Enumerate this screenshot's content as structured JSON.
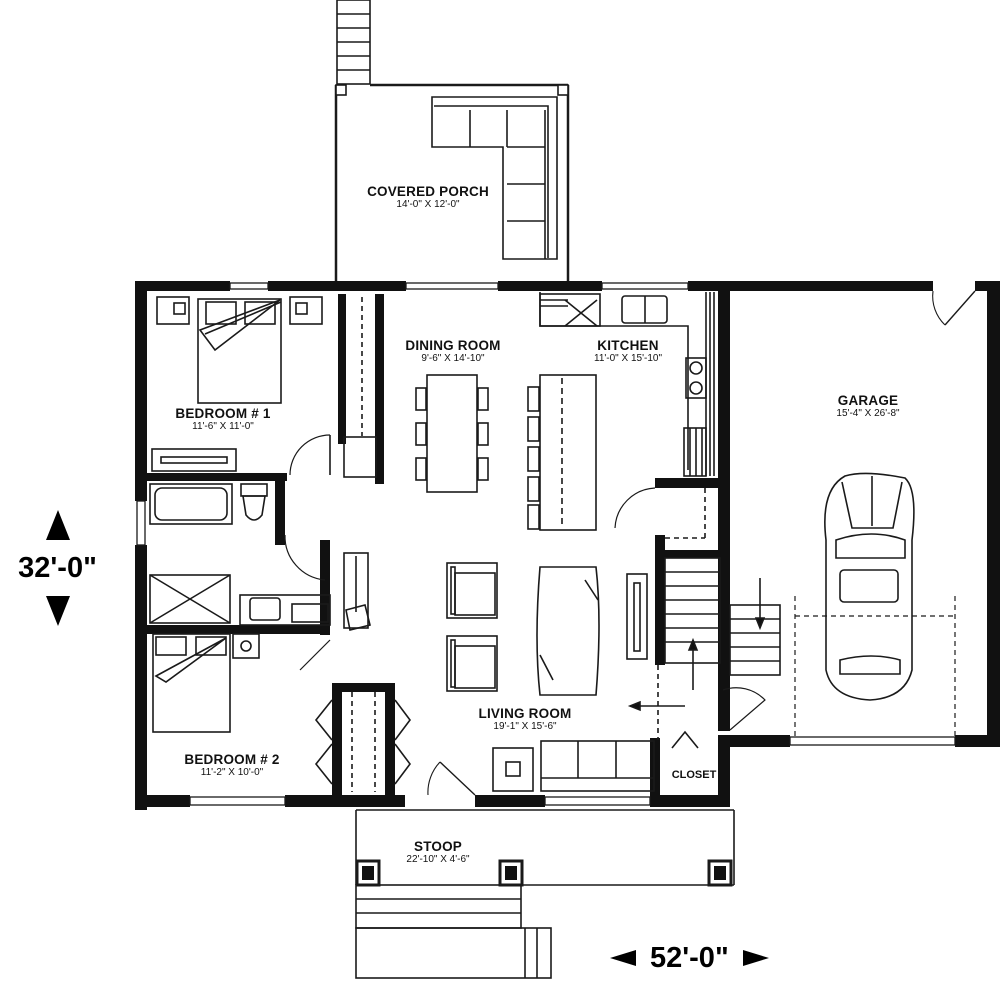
{
  "plan": {
    "rooms": {
      "covered_porch": {
        "name": "COVERED PORCH",
        "dims": "14'-0\" X 12'-0\""
      },
      "dining_room": {
        "name": "DINING ROOM",
        "dims": "9'-6\" X 14'-10\""
      },
      "kitchen": {
        "name": "KITCHEN",
        "dims": "11'-0\" X 15'-10\""
      },
      "bedroom_1": {
        "name": "BEDROOM # 1",
        "dims": "11'-6\" X 11'-0\""
      },
      "garage": {
        "name": "GARAGE",
        "dims": "15'-4\" X 26'-8\""
      },
      "living_room": {
        "name": "LIVING ROOM",
        "dims": "19'-1\" X 15'-6\""
      },
      "bedroom_2": {
        "name": "BEDROOM # 2",
        "dims": "11'-2\" X 10'-0\""
      },
      "closet": {
        "name": "CLOSET"
      },
      "stoop": {
        "name": "STOOP",
        "dims": "22'-10\" X 4'-6\""
      }
    },
    "overall_dimensions": {
      "depth": "32'-0\"",
      "width": "52'-0\""
    },
    "colors": {
      "wall": "#111111",
      "line": "#1a1a1a",
      "background": "#ffffff"
    }
  }
}
